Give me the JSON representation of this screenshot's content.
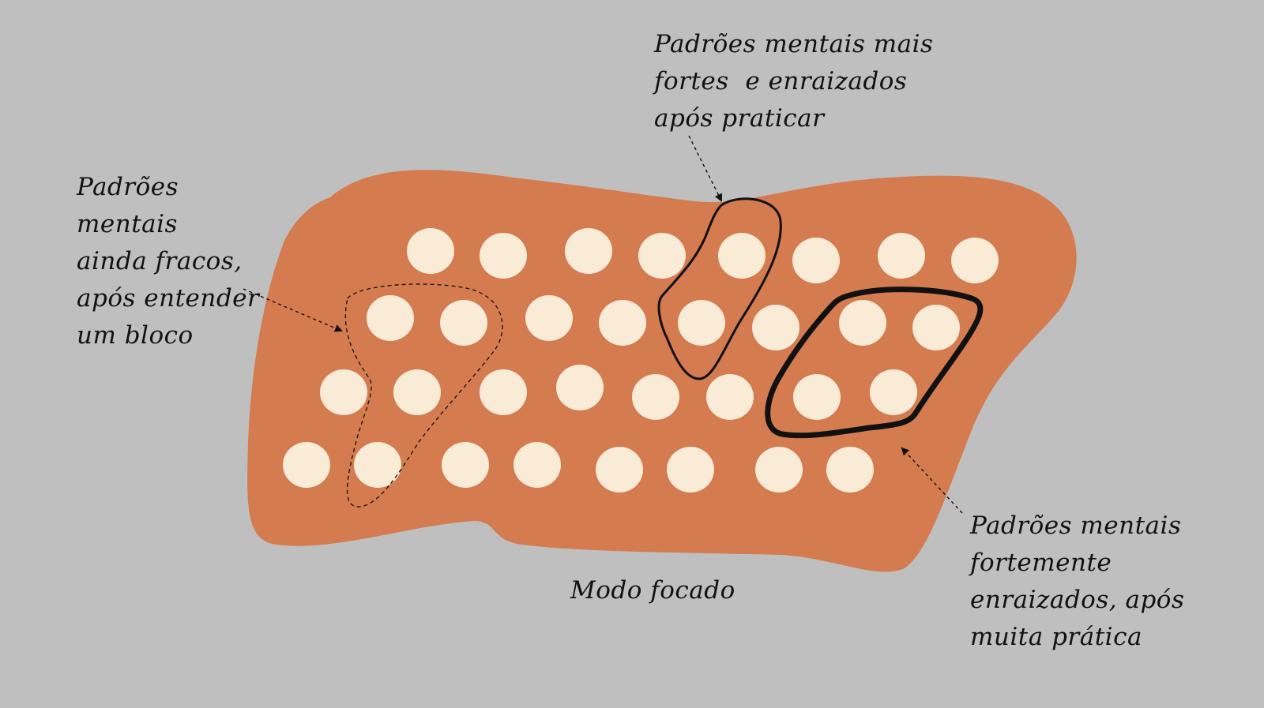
{
  "colors": {
    "background": "#bfbfbf",
    "focused_area": "#d47b4f",
    "neuron": "#faebd7",
    "outline": "#111111"
  },
  "labels": {
    "weak_patterns": [
      "Padrões",
      "mentais",
      "ainda fracos,",
      "após entender",
      "um bloco"
    ],
    "stronger_patterns": [
      "Padrões mentais mais",
      "fortes  e enraizados",
      "após praticar"
    ],
    "strong_patterns": [
      "Padrões mentais",
      "fortemente",
      "enraizados, após",
      "muita prática"
    ],
    "mode": "Modo focado"
  },
  "icons": {
    "neuron": "circle-icon",
    "pointer": "dashed-arrow-icon"
  }
}
